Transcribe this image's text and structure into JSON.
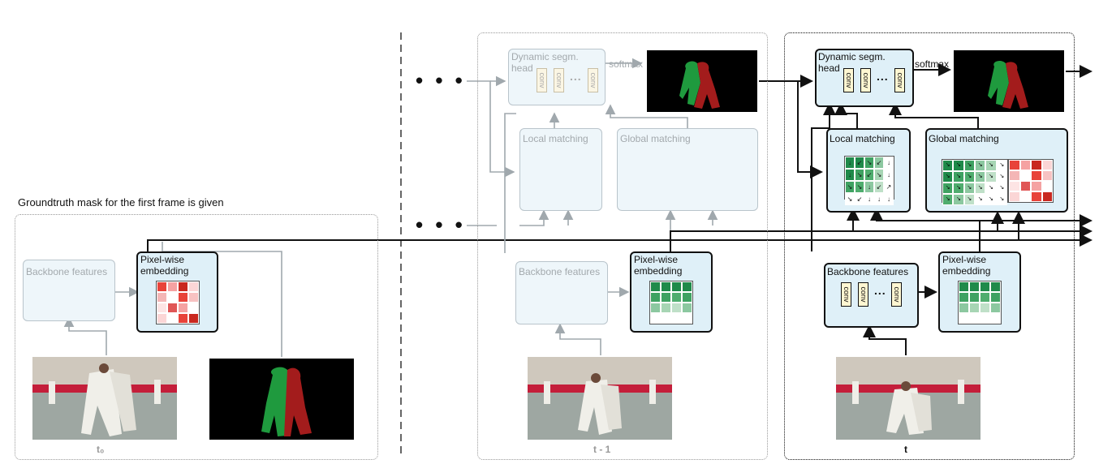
{
  "caption": "Groundtruth mask for the first frame is given",
  "frames": {
    "first": "t₀",
    "prev": "t - 1",
    "current": "t"
  },
  "labels": {
    "backbone": "Backbone features",
    "pixel_embedding_line1": "Pixel-wise",
    "pixel_embedding_line2": "embedding",
    "local_matching": "Local matching",
    "global_matching": "Global matching",
    "dyn_head_line1": "Dynamic segm.",
    "dyn_head_line2": "head",
    "softmax": "softmax",
    "conv": "conv",
    "ellipsis": "..."
  },
  "colors": {
    "red_embedding": [
      "#e8433a",
      "#f5a2a2",
      "#c9281f",
      "#fbd6d6",
      "#f4b6b6",
      "#ffffff",
      "#e8433a",
      "#f7c2c2",
      "#fde4e4",
      "#e05656",
      "#f5a2a2",
      "#ffffff",
      "#fbd6d6",
      "#ffffff",
      "#e8433a",
      "#c9281f"
    ],
    "green_embedding": [
      "#1f8a4a",
      "#1f8a4a",
      "#1f8a4a",
      "#1f8a4a",
      "#3fa262",
      "#3fa262",
      "#4fad6e",
      "#3fa262",
      "#8cc8a0",
      "#a7d5b4",
      "#bfe0c8",
      "#8cc8a0",
      "#ffffff",
      "#ffffff",
      "#ffffff",
      "#ffffff"
    ],
    "mask_green": "#1f9a3e",
    "mask_red": "#a31c1c",
    "active_box": "#dff0f8",
    "inactive_box": "#eef6fa"
  }
}
